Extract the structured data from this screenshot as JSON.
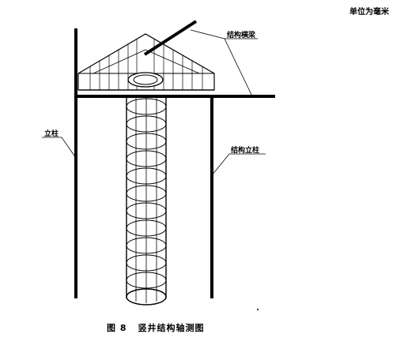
{
  "unit_note": "单位为毫米",
  "labels": {
    "structural_beam": "结构横梁",
    "post": "立柱",
    "structural_post": "结构立柱"
  },
  "caption": {
    "figure": "图 8",
    "title": "竖井结构轴测图"
  },
  "colors": {
    "line": "#000000",
    "background": "#ffffff"
  }
}
